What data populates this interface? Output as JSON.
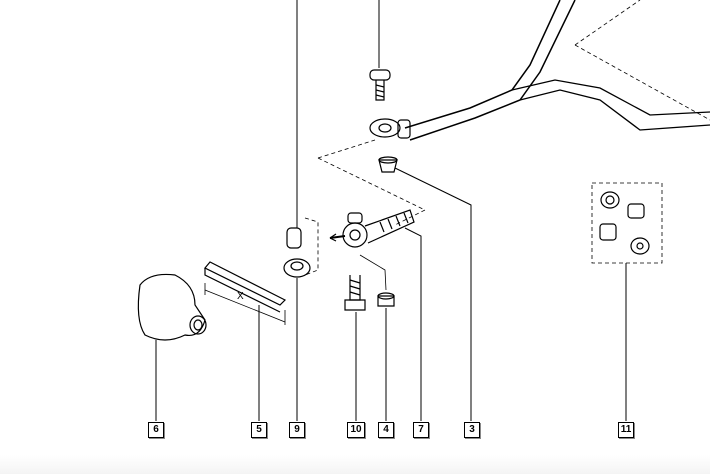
{
  "diagram": {
    "part_labels": [
      "6",
      "5",
      "9",
      "10",
      "4",
      "7",
      "3",
      "11"
    ],
    "dimension_label": "X"
  }
}
